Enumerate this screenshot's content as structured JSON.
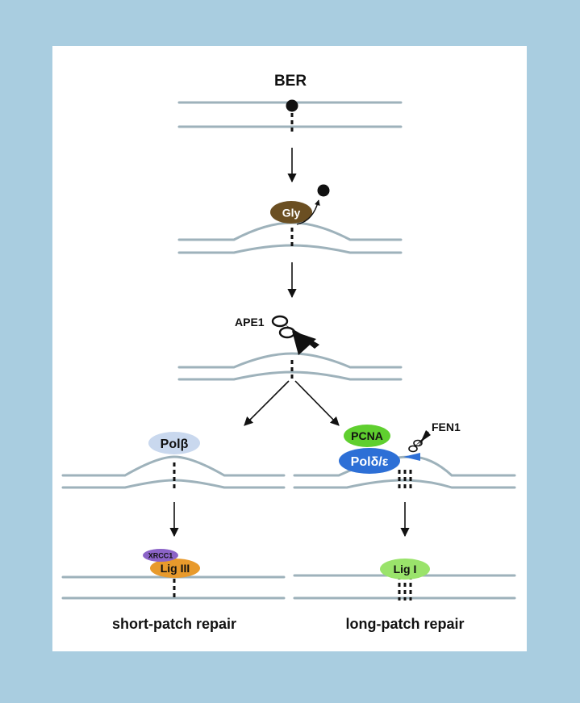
{
  "title": "BER",
  "enzymes": {
    "glycosylase": "Gly",
    "ape1": "APE1",
    "pol_beta": "Polβ",
    "pcna": "PCNA",
    "pol_delta_epsilon": "Polδ/ε",
    "fen1": "FEN1",
    "xrcc1": "XRCC1",
    "lig3": "Lig III",
    "lig1": "Lig I"
  },
  "pathways": {
    "short_patch": "short-patch repair",
    "long_patch": "long-patch repair"
  },
  "colors": {
    "background": "#a9cde0",
    "strand": "#9eb2bb",
    "gly": "#6b4f22",
    "pol_beta": "#c9d8ee",
    "pcna": "#5fcf2f",
    "pol_delta": "#2d6fd6",
    "xrcc1": "#8b63c7",
    "lig3": "#e89a2c",
    "lig1": "#9ae36b"
  }
}
